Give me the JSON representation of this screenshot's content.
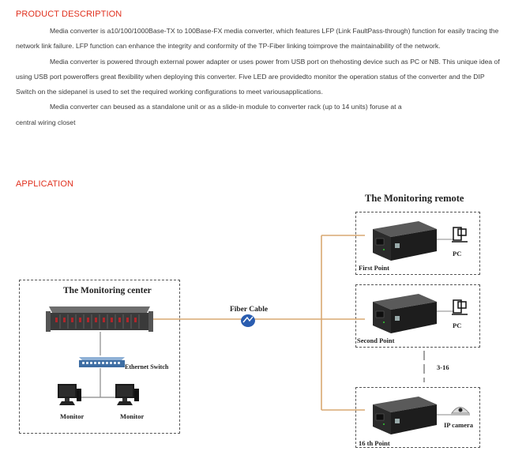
{
  "product_section": {
    "heading": "PRODUCT DESCRIPTION",
    "paragraphs": [
      "Media converter is a10/100/1000Base-TX to 100Base-FX media converter, which features LFP (Link FaultPass-through) function for easily tracing the network link failure. LFP function can enhance the integrity and conformity of the TP-Fiber linking toimprove the maintainability of the network.",
      "Media converter is powered through external power adapter or uses power from USB port on thehosting device such as PC or NB. This unique idea of using USB port poweroffers great flexibility when deploying this converter. Five LED are providedto monitor the operation status of the converter and the DIP Switch on the sidepanel is used to set the required working configurations to meet variousapplications.",
      "Media converter can beused as a standalone unit or as a slide-in module to converter rack (up to 14 units) foruse at a",
      "central wiring closet"
    ]
  },
  "application_section": {
    "heading": "APPLICATION",
    "diagram": {
      "remote_title": "The Monitoring remote",
      "center_title": "The Monitoring center",
      "fiber_label": "Fiber Cable",
      "switch_label": "Ethernet Switch",
      "monitor_label_1": "Monitor",
      "monitor_label_2": "Monitor",
      "first_point": "First Point",
      "second_point": "Second Point",
      "last_point": "16 th Point",
      "pc_label_1": "PC",
      "pc_label_2": "PC",
      "camera_label": "IP camera",
      "range_label": "3-16"
    }
  },
  "colors": {
    "heading": "#e0301e",
    "fiber_line": "#d9a872",
    "dashed_box": "#555555"
  }
}
